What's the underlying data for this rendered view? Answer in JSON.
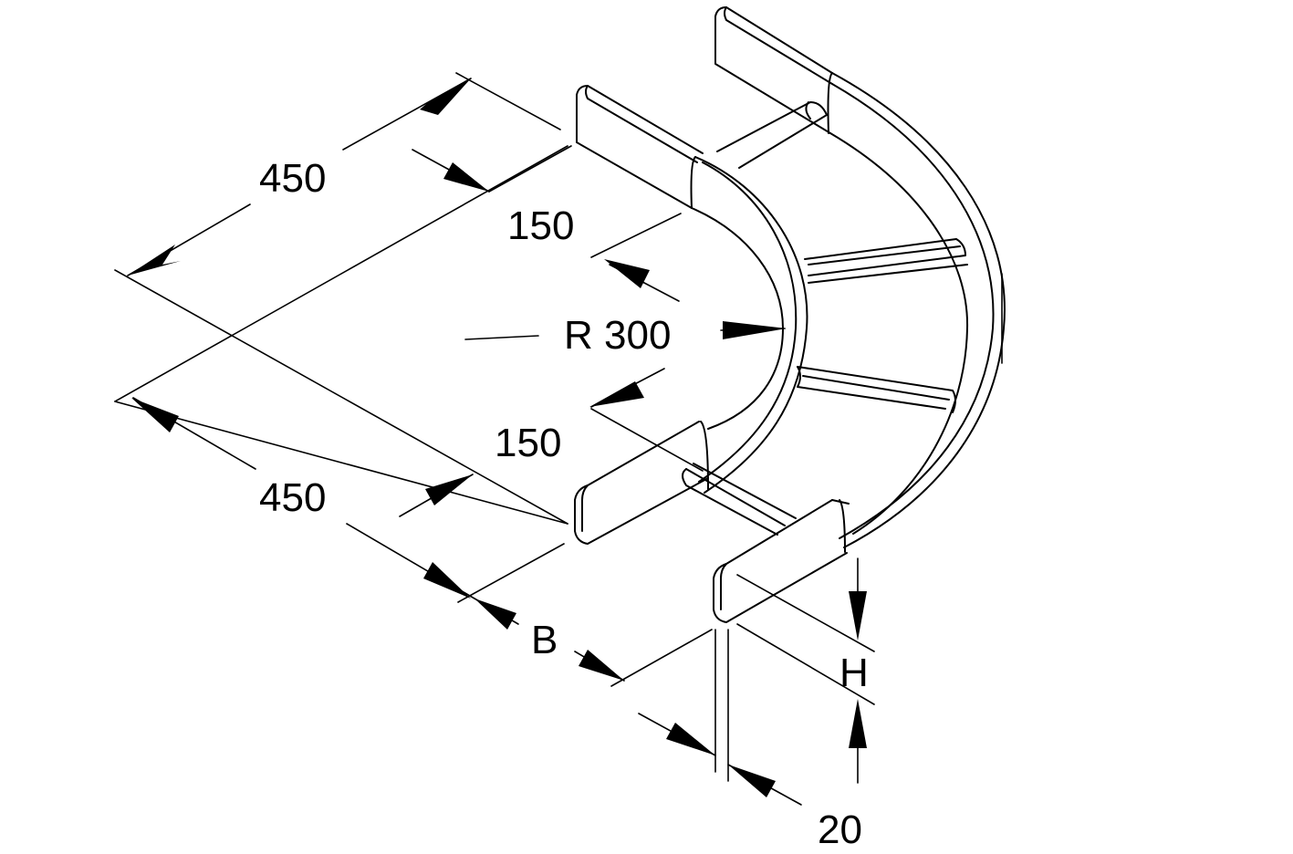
{
  "drawing": {
    "subject": "cable ladder 90 degree horizontal bend",
    "dimensions": {
      "length_top": "450",
      "offset_top": "150",
      "radius": "R 300",
      "offset_bottom": "150",
      "length_bottom": "450",
      "width": "B",
      "height": "H",
      "thickness": "20"
    }
  }
}
